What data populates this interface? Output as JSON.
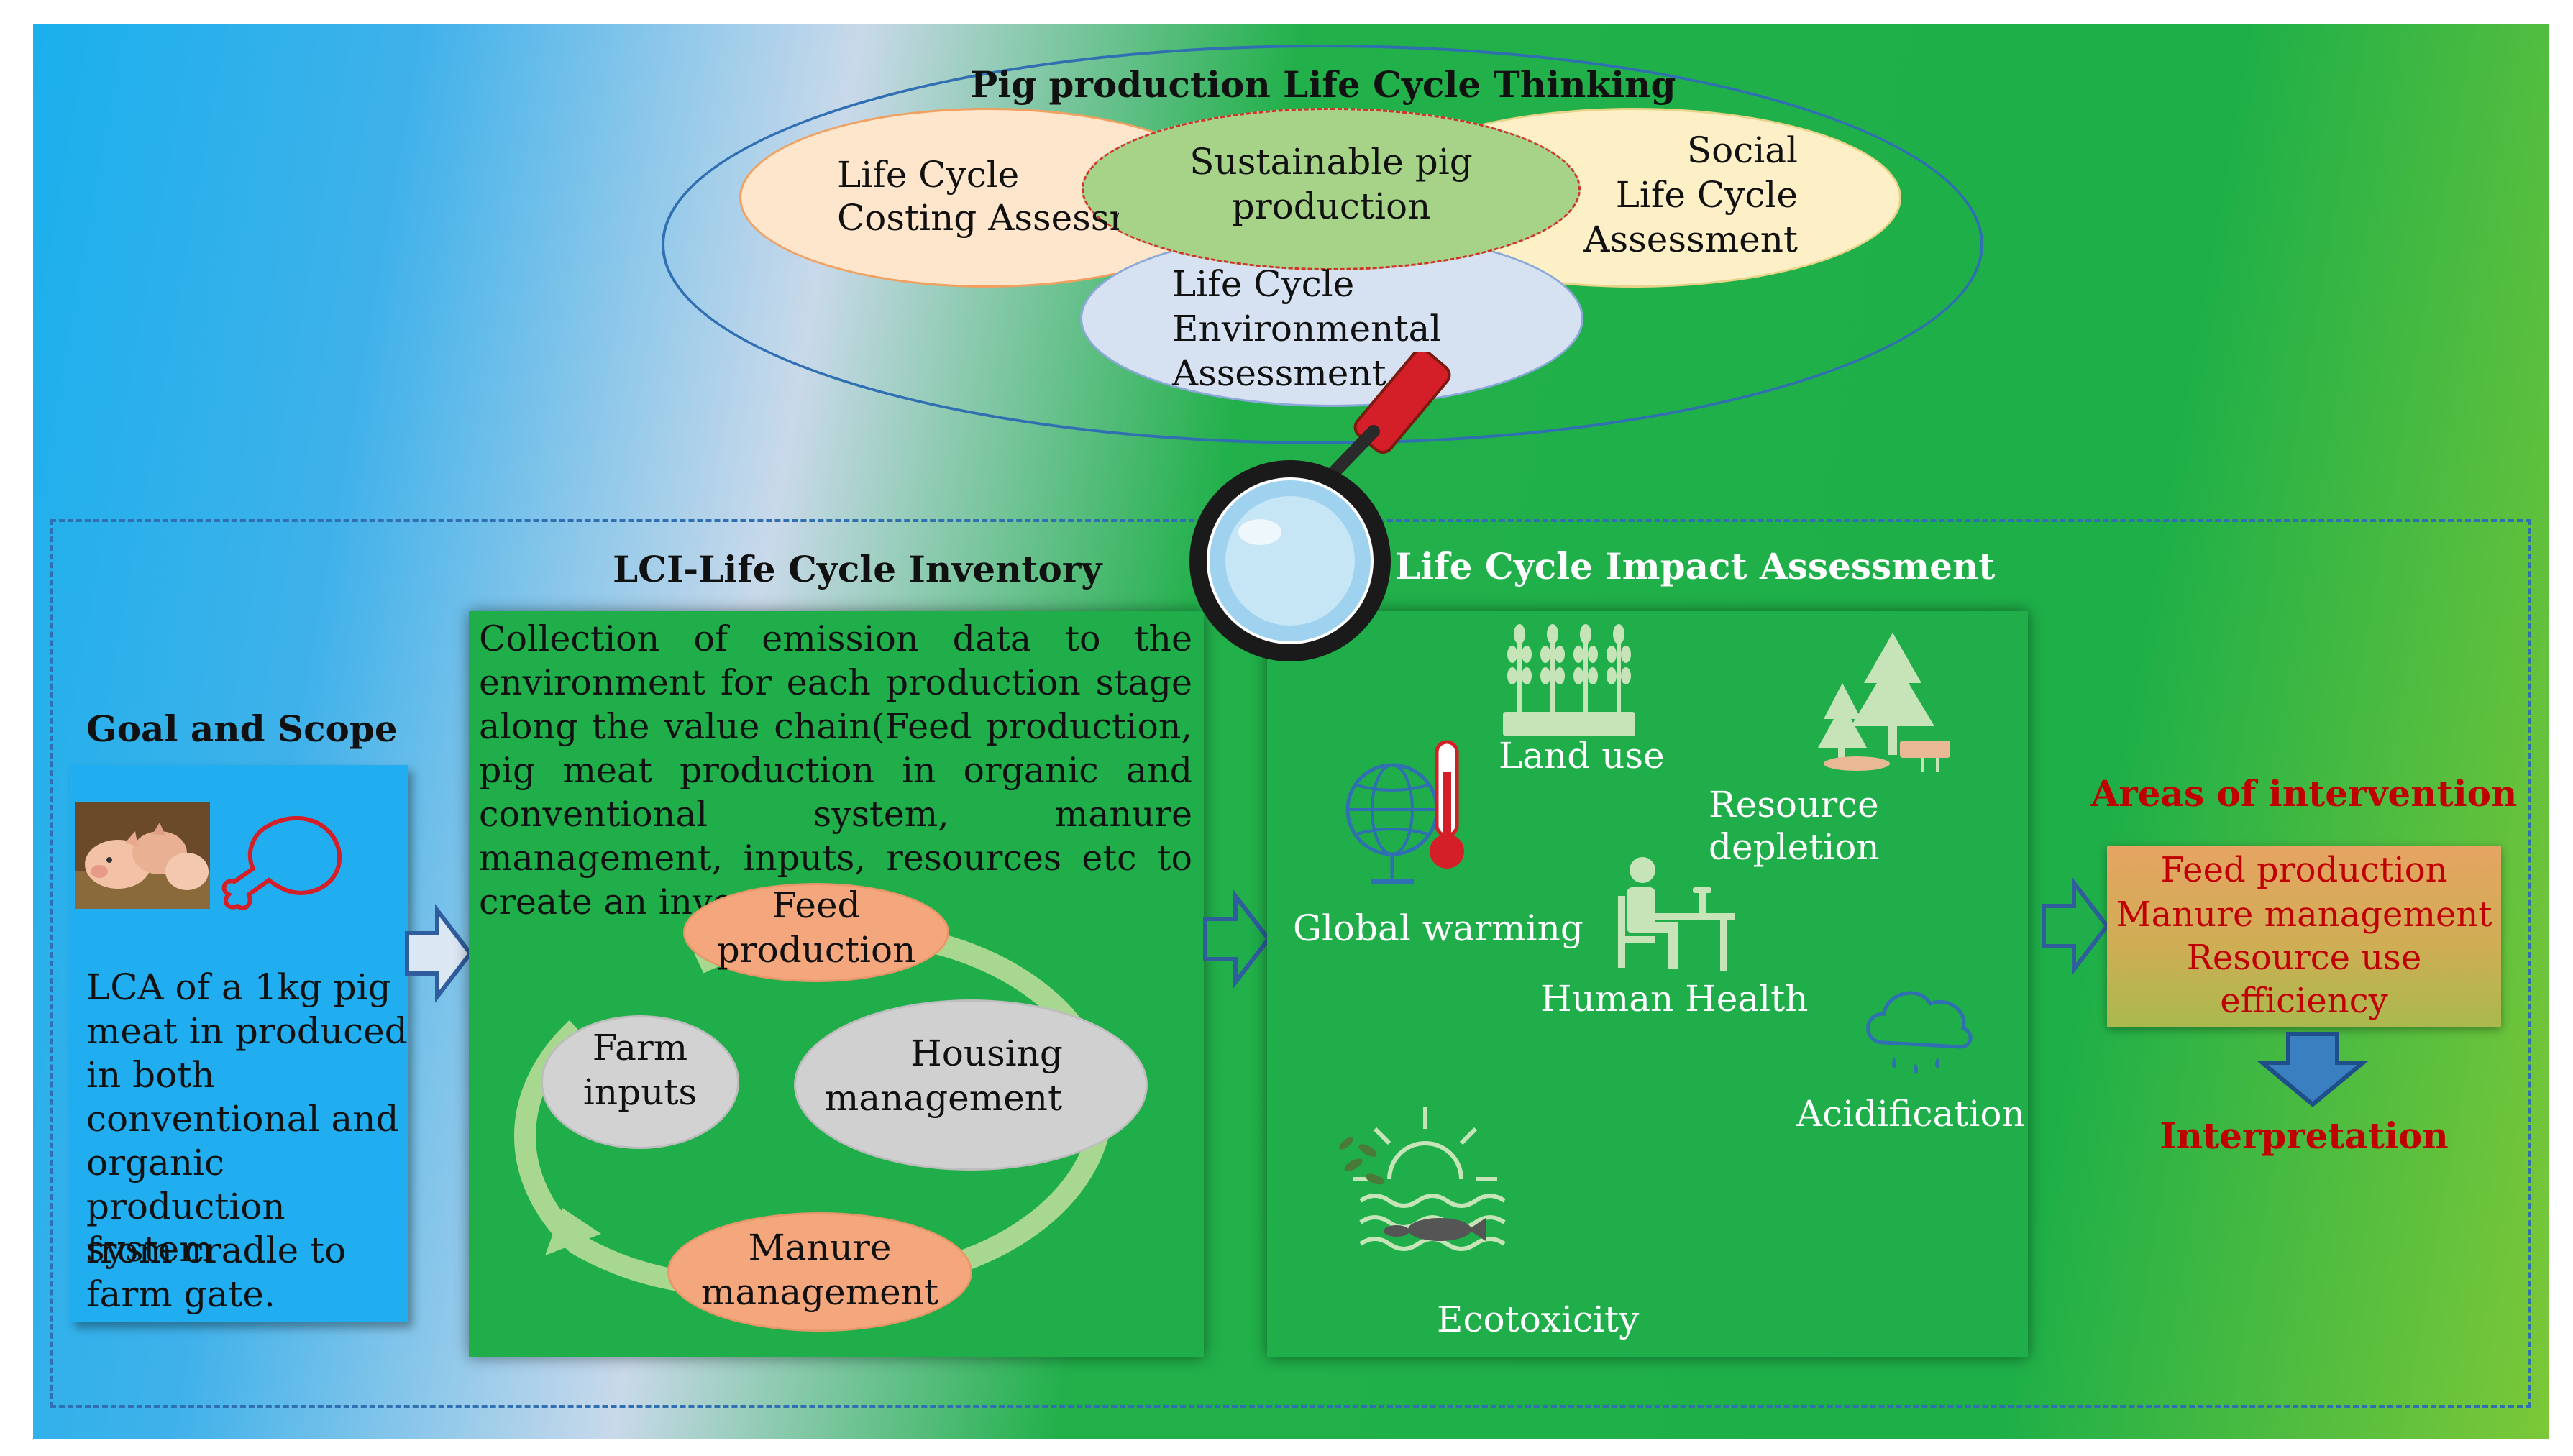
{
  "colors": {
    "accent_red": "#c00000",
    "panel_green": "#1fae4a",
    "panel_blue": "#20aef0",
    "frame_blue": "#2f6fb2",
    "white": "#ffffff"
  },
  "top": {
    "title": "Pig production Life Cycle Thinking",
    "costing": "Life Cycle Costing Assessment",
    "costing_line1": "Life Cycle",
    "costing_line2": "Costing  Assessm",
    "sustainable_line1": "Sustainable pig",
    "sustainable_line2": "production",
    "social_line1": "Social",
    "social_line2": "Life Cycle",
    "social_line3": "Assessment",
    "env_line1": "Life Cycle",
    "env_line2": "Environmental",
    "env_line3": "Assessment"
  },
  "goal": {
    "title": "Goal and Scope",
    "lines": [
      "LCA of a 1kg pig",
      "meat in produced",
      "in both",
      "conventional and",
      "organic",
      "production system",
      "from cradle to",
      "farm gate."
    ]
  },
  "lci": {
    "title": "LCI-Life Cycle Inventory",
    "description": "Collection of emission data to the environment for each production stage along the value chain(Feed production, pig meat production in organic and conventional system, manure management, inputs, resources etc to create an inventory.",
    "feed_line1": "Feed",
    "feed_line2": "production",
    "farm_line1": "Farm",
    "farm_line2": "inputs",
    "housing_line1": "Housing",
    "housing_line2": "management",
    "manure_line1": "Manure",
    "manure_line2": "management"
  },
  "lcia": {
    "title": "Life Cycle Impact Assessment",
    "land_use": "Land use",
    "resource_depletion": "Resource depletion",
    "global_warming": "Global warming",
    "human_health": "Human Health",
    "acidification": "Acidification",
    "ecotoxicity": "Ecotoxicity"
  },
  "icons": [
    "pig-photo",
    "drumstick-icon",
    "wheat-icon",
    "trees-icon",
    "globe-thermometer-icon",
    "person-desk-icon",
    "rain-cloud-icon",
    "sun-water-fish-icon",
    "magnifier-icon",
    "arrow-right-icon",
    "arrow-down-icon"
  ],
  "intervention": {
    "title": "Areas of intervention",
    "items": [
      "Feed production",
      "Manure management",
      "Resource use",
      "efficiency"
    ],
    "interpretation": "Interpretation"
  }
}
